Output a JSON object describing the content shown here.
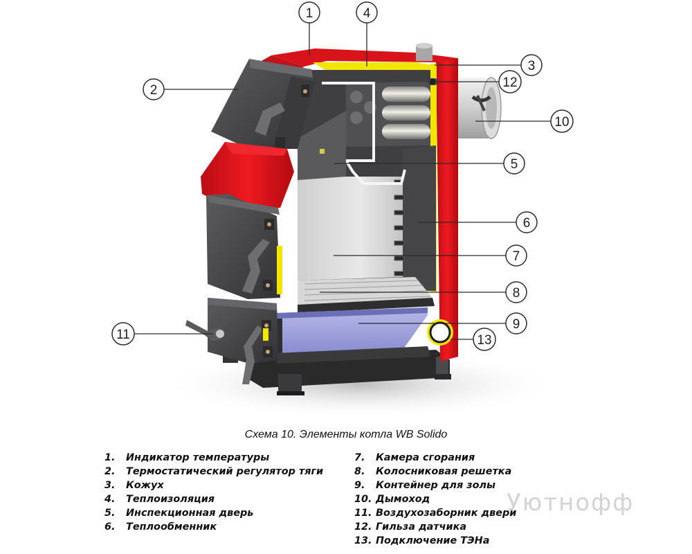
{
  "callouts": [
    {
      "number": "1",
      "term": "Индикатор температуры"
    },
    {
      "number": "2",
      "term": "Термостатический регулятор тяги"
    },
    {
      "number": "3",
      "term": "Кожух"
    },
    {
      "number": "4",
      "term": "Теплоизоляция"
    },
    {
      "number": "5",
      "term": "Инспекционная дверь"
    },
    {
      "number": "6",
      "term": "Теплообменник"
    },
    {
      "number": "7",
      "term": "Камера сгорания"
    },
    {
      "number": "8",
      "term": "Колосниковая решетка"
    },
    {
      "number": "9",
      "term": "Контейнер для золы"
    },
    {
      "number": "10",
      "term": "Дымоход"
    },
    {
      "number": "11",
      "term": "Воздухозаборник двери"
    },
    {
      "number": "12",
      "term": "Гильза датчика"
    },
    {
      "number": "13",
      "term": "Подключение  ТЭНа"
    }
  ],
  "caption": "Схема 10. Элементы котла WB Solido",
  "legend": {
    "left": [
      {
        "num": "1.",
        "label": "Индикатор температуры"
      },
      {
        "num": "2.",
        "label": "Термостатический регулятор тяги"
      },
      {
        "num": "3.",
        "label": "Кожух"
      },
      {
        "num": "4.",
        "label": "Теплоизоляция"
      },
      {
        "num": "5.",
        "label": "Инспекционная дверь"
      },
      {
        "num": "6.",
        "label": "Теплообменник"
      }
    ],
    "right": [
      {
        "num": "7.",
        "label": "Камера сгорания"
      },
      {
        "num": "8.",
        "label": "Колосниковая решетка"
      },
      {
        "num": "9.",
        "label": "Контейнер для золы"
      },
      {
        "num": "10.",
        "label": "Дымоход"
      },
      {
        "num": "11.",
        "label": "Воздухозаборник двери"
      },
      {
        "num": "12.",
        "label": "Гильза датчика"
      },
      {
        "num": "13.",
        "label": "Подключение  ТЭНа"
      }
    ]
  },
  "watermark": "Уютнофф",
  "colors": {
    "casing_red": "#e3131b",
    "insulation_yellow": "#f2e600",
    "steel_dark": "#4a4a4c",
    "ash_container": "#9c9fd8",
    "chamber_interior": "#dcdcdc"
  }
}
